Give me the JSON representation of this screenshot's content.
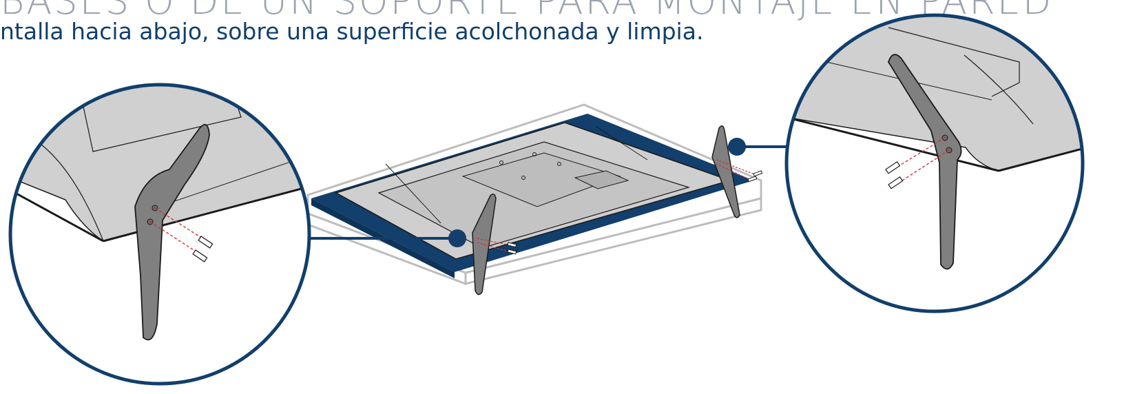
{
  "title": "BASES O DE UN SOPORTE PARA MONTAJE EN PARED",
  "instruction": "ntalla hacia abajo, sobre una superficie acolchonada y limpia.",
  "colors": {
    "navy": "#123f6b",
    "panel_gray": "#d0d0d0",
    "stand_gray": "#808080",
    "outline": "#1a1a1a",
    "screw_line": "#d0303a",
    "heading_gray": "#9aa3af"
  },
  "icons": {
    "callout_marker": "filled-navy-circle",
    "screw": "screw-icon"
  }
}
